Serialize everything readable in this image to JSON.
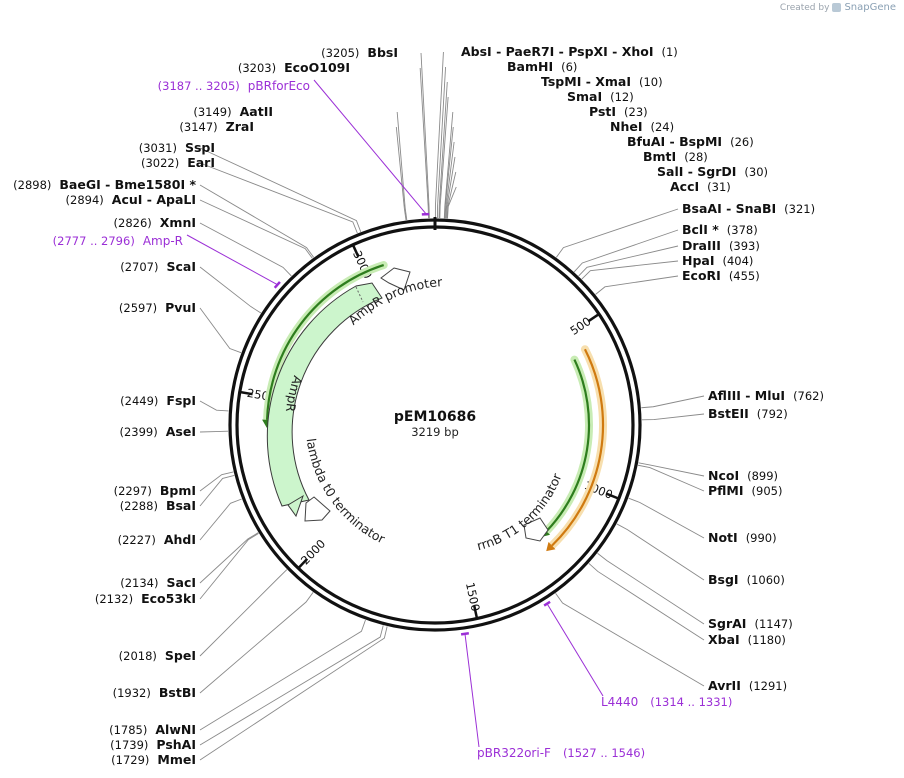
{
  "credit": {
    "created_by": "Created by",
    "brand": "SnapGene"
  },
  "plasmid": {
    "name": "pEM10686",
    "size_label": "3219 bp",
    "length": 3219
  },
  "ticks": [
    {
      "pos": 500,
      "label": "500"
    },
    {
      "pos": 1000,
      "label": "1000"
    },
    {
      "pos": 1500,
      "label": "1500"
    },
    {
      "pos": 2000,
      "label": "2000"
    },
    {
      "pos": 2500,
      "label": "2500"
    },
    {
      "pos": 3000,
      "label": "3000"
    }
  ],
  "features": [
    {
      "name": "rrnB T1 terminator",
      "type": "terminator",
      "pos": 1075,
      "color": "#ffffff"
    },
    {
      "name": "lambda t0 terminator",
      "type": "terminator",
      "pos": 2310,
      "color": "#ffffff"
    },
    {
      "name": "AmpR promoter",
      "type": "promoter",
      "pos": 3170,
      "color": "#ffffff"
    },
    {
      "name": "AmpR",
      "type": "cds",
      "start": 3080,
      "end": 2420,
      "color": "#ccf5cc"
    }
  ],
  "bars": [
    {
      "start": 580,
      "end": 1195,
      "color": "#2e7d1e",
      "halo": "#c8ecb4",
      "direction": "ccw"
    },
    {
      "start": 565,
      "end": 1215,
      "color": "#d07a10",
      "halo": "#f7dfae",
      "direction": "cw"
    },
    {
      "start": 3060,
      "end": 2430,
      "color": "#2e7d1e",
      "halo": "#c8ecb4",
      "direction": "ccw"
    }
  ],
  "sites_right": [
    {
      "name": "AbsI  -  PaeR7I  -  PspXI  -  XhoI",
      "pos_text": "(1)",
      "pos": 1
    },
    {
      "name": "BamHI",
      "pos_text": "(6)",
      "pos": 6
    },
    {
      "name": "TspMI  -  XmaI",
      "pos_text": "(10)",
      "pos": 10
    },
    {
      "name": "SmaI",
      "pos_text": "(12)",
      "pos": 12
    },
    {
      "name": "PstI",
      "pos_text": "(23)",
      "pos": 23
    },
    {
      "name": "NheI",
      "pos_text": "(24)",
      "pos": 24
    },
    {
      "name": "BfuAI  -  BspMI",
      "pos_text": "(26)",
      "pos": 26
    },
    {
      "name": "BmtI",
      "pos_text": "(28)",
      "pos": 28
    },
    {
      "name": "SalI  -  SgrDI",
      "pos_text": "(30)",
      "pos": 30
    },
    {
      "name": "AccI",
      "pos_text": "(31)",
      "pos": 31
    },
    {
      "name": "BsaAI  -  SnaBI",
      "pos_text": "(321)",
      "pos": 321
    },
    {
      "name": "BclI *",
      "pos_text": "(378)",
      "pos": 378
    },
    {
      "name": "DraIII",
      "pos_text": "(393)",
      "pos": 393
    },
    {
      "name": "HpaI",
      "pos_text": "(404)",
      "pos": 404
    },
    {
      "name": "EcoRI",
      "pos_text": "(455)",
      "pos": 455
    },
    {
      "name": "AflIII  -  MluI",
      "pos_text": "(762)",
      "pos": 762
    },
    {
      "name": "BstEII",
      "pos_text": "(792)",
      "pos": 792
    },
    {
      "name": "NcoI",
      "pos_text": "(899)",
      "pos": 899
    },
    {
      "name": "PflMI",
      "pos_text": "(905)",
      "pos": 905
    },
    {
      "name": "NotI",
      "pos_text": "(990)",
      "pos": 990
    },
    {
      "name": "BsgI",
      "pos_text": "(1060)",
      "pos": 1060
    },
    {
      "name": "SgrAI",
      "pos_text": "(1147)",
      "pos": 1147
    },
    {
      "name": "XbaI",
      "pos_text": "(1180)",
      "pos": 1180
    },
    {
      "name": "AvrII",
      "pos_text": "(1291)",
      "pos": 1291
    }
  ],
  "sites_left": [
    {
      "name": "MmeI",
      "pos_text": "(1729)",
      "pos": 1729
    },
    {
      "name": "PshAI",
      "pos_text": "(1739)",
      "pos": 1739
    },
    {
      "name": "AlwNI",
      "pos_text": "(1785)",
      "pos": 1785
    },
    {
      "name": "BstBI",
      "pos_text": "(1932)",
      "pos": 1932
    },
    {
      "name": "SpeI",
      "pos_text": "(2018)",
      "pos": 2018
    },
    {
      "name": "Eco53kI",
      "pos_text": "(2132)",
      "pos": 2132
    },
    {
      "name": "SacI",
      "pos_text": "(2134)",
      "pos": 2134
    },
    {
      "name": "AhdI",
      "pos_text": "(2227)",
      "pos": 2227
    },
    {
      "name": "BsaI",
      "pos_text": "(2288)",
      "pos": 2288
    },
    {
      "name": "BpmI",
      "pos_text": "(2297)",
      "pos": 2297
    },
    {
      "name": "AseI",
      "pos_text": "(2399)",
      "pos": 2399
    },
    {
      "name": "FspI",
      "pos_text": "(2449)",
      "pos": 2449
    },
    {
      "name": "PvuI",
      "pos_text": "(2597)",
      "pos": 2597
    },
    {
      "name": "ScaI",
      "pos_text": "(2707)",
      "pos": 2707
    },
    {
      "name": "XmnI",
      "pos_text": "(2826)",
      "pos": 2826
    },
    {
      "name": "AcuI  -  ApaLI",
      "pos_text": "(2894)",
      "pos": 2894
    },
    {
      "name": "BaeGI  -  Bme1580I *",
      "pos_text": "(2898)",
      "pos": 2898
    },
    {
      "name": "EarI",
      "pos_text": "(3022)",
      "pos": 3022
    },
    {
      "name": "SspI",
      "pos_text": "(3031)",
      "pos": 3031
    },
    {
      "name": "ZraI",
      "pos_text": "(3147)",
      "pos": 3147
    },
    {
      "name": "AatII",
      "pos_text": "(3149)",
      "pos": 3149
    },
    {
      "name": "EcoO109I",
      "pos_text": "(3203)",
      "pos": 3203
    },
    {
      "name": "BbsI",
      "pos_text": "(3205)",
      "pos": 3205
    }
  ],
  "primers": [
    {
      "name": "L4440",
      "range_text": "(1314 .. 1331)",
      "start": 1314,
      "end": 1331,
      "side": "right",
      "color": "#9b2fd6"
    },
    {
      "name": "pBR322ori-F",
      "range_text": "(1527 .. 1546)",
      "start": 1527,
      "end": 1546,
      "side": "right",
      "color": "#9b2fd6"
    },
    {
      "name": "Amp-R",
      "range_text": "(2777 .. 2796)",
      "start": 2777,
      "end": 2796,
      "side": "left",
      "color": "#9b2fd6"
    },
    {
      "name": "pBRforEco",
      "range_text": "(3187 .. 3205)",
      "start": 3187,
      "end": 3205,
      "side": "left",
      "color": "#9b2fd6"
    }
  ]
}
